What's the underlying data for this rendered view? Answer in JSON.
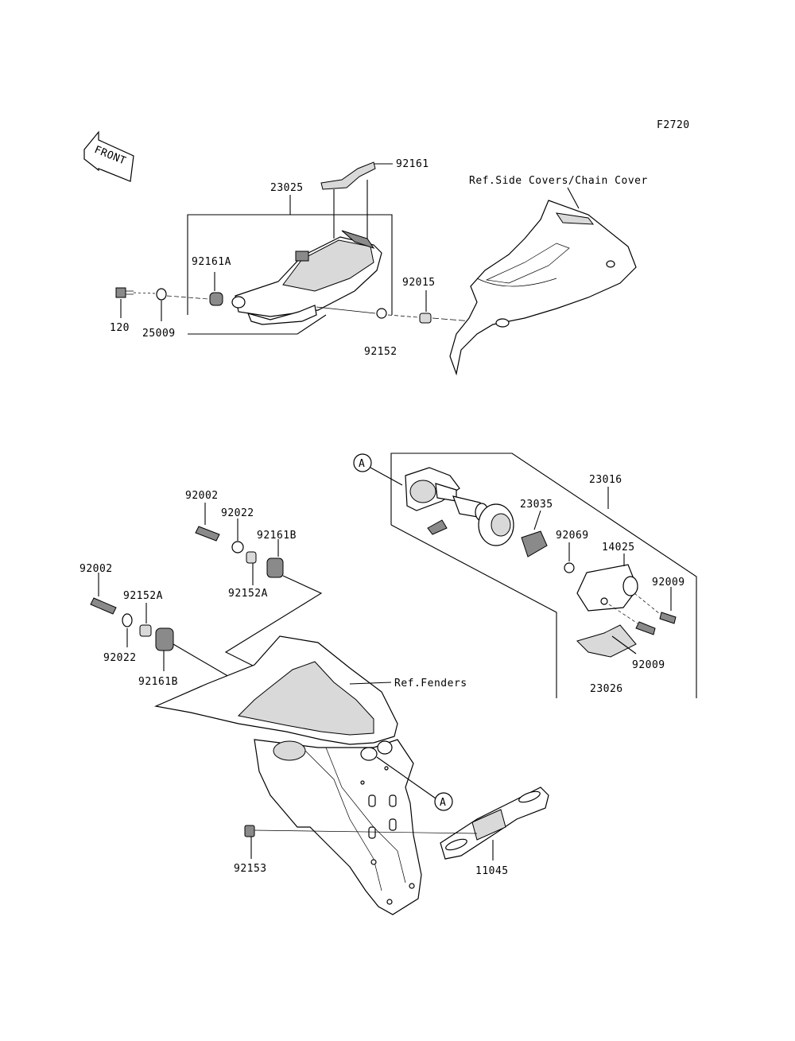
{
  "figure_code": "F2720",
  "front_badge": "FRONT",
  "refs": {
    "side_covers": "Ref.Side Covers/Chain Cover",
    "fenders": "Ref.Fenders"
  },
  "callout_letter": "A",
  "parts": {
    "p92161_top": "92161",
    "p23025": "23025",
    "p92161A": "92161A",
    "p92015": "92015",
    "p120": "120",
    "p25009": "25009",
    "p92152": "92152",
    "p23016": "23016",
    "p23035": "23035",
    "p92069": "92069",
    "p14025": "14025",
    "p92009_a": "92009",
    "p92009_b": "92009",
    "p23026": "23026",
    "p92002_a": "92002",
    "p92022_a": "92022",
    "p92161B_a": "92161B",
    "p92152A_a": "92152A",
    "p92002_b": "92002",
    "p92152A_b": "92152A",
    "p92022_b": "92022",
    "p92161B_b": "92161B",
    "p92153": "92153",
    "p11045": "11045"
  }
}
